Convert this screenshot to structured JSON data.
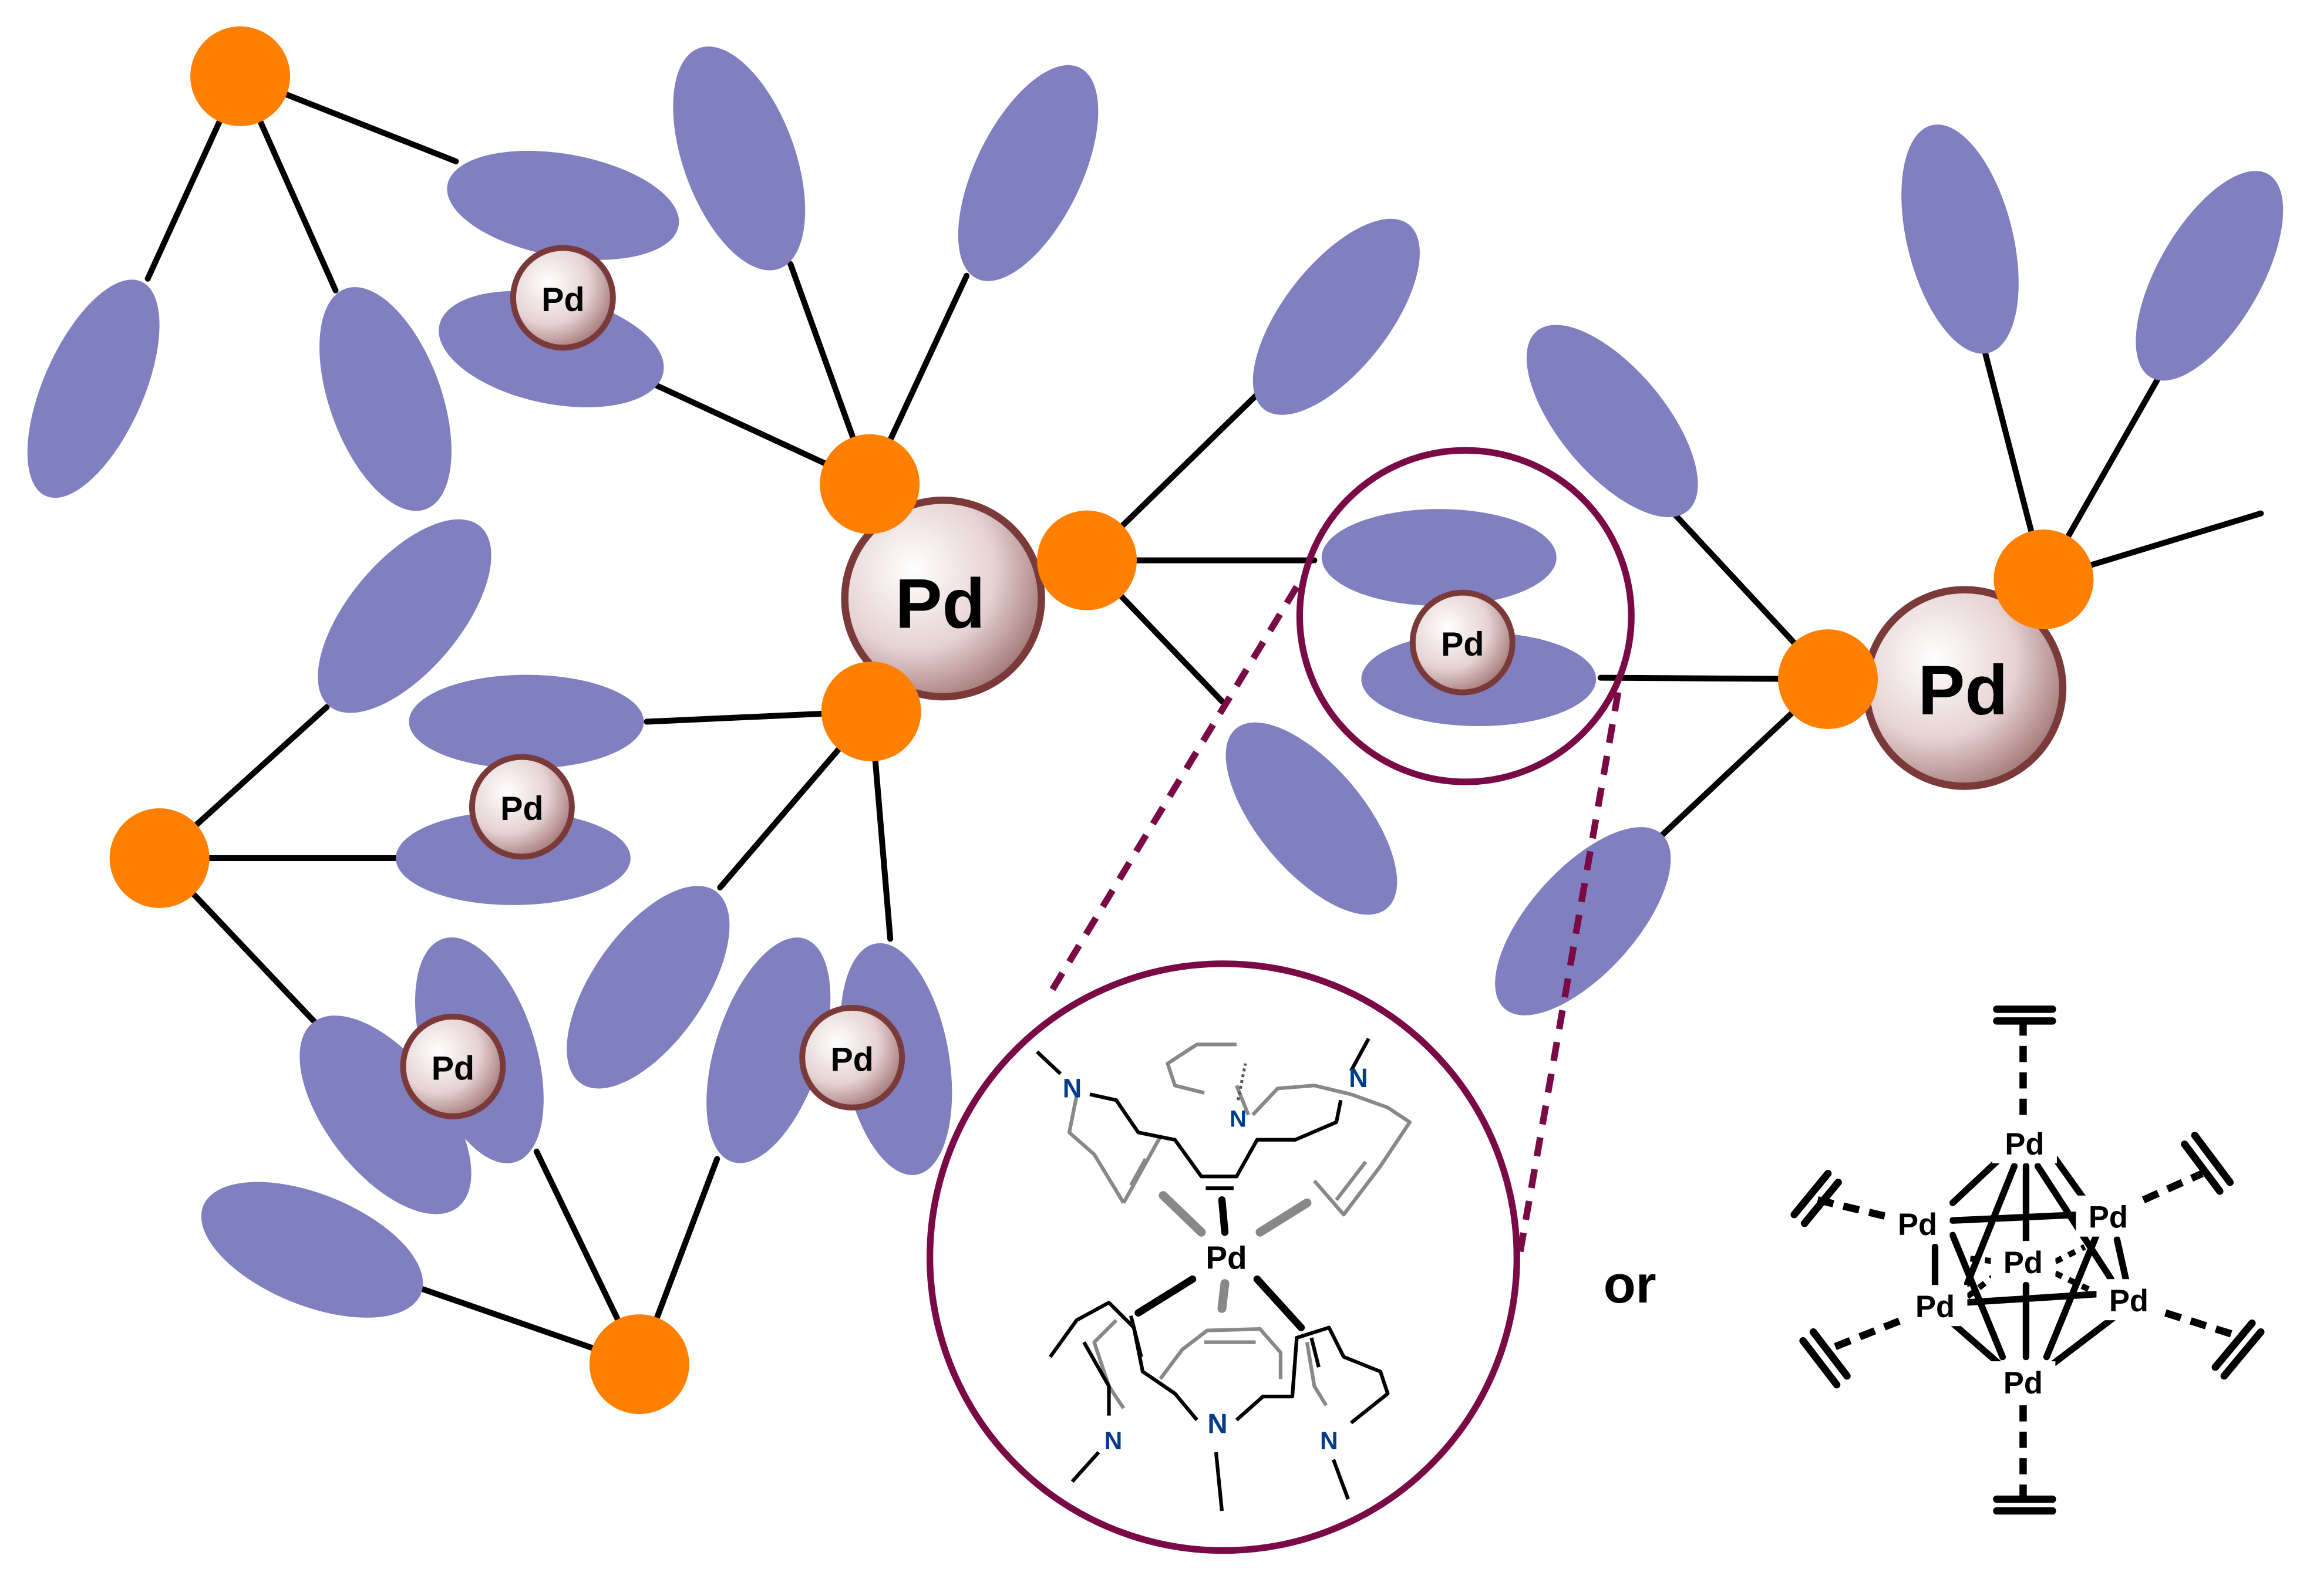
{
  "labels": {
    "metal": "Pd",
    "nitrogen": "N",
    "or": "or"
  },
  "colors": {
    "node": "#ff8000",
    "ligand": "#8080c0",
    "pd_border": "#7b3a3a",
    "circle": "#7a0a45",
    "nitrogen": "#003c8a",
    "bond": "#000000",
    "bond_gray": "#888888"
  },
  "icons": {
    "network": "polymer-network-diagram",
    "complex": "pd-diene-complex-structure",
    "cluster": "pd6-octahedral-cluster"
  }
}
